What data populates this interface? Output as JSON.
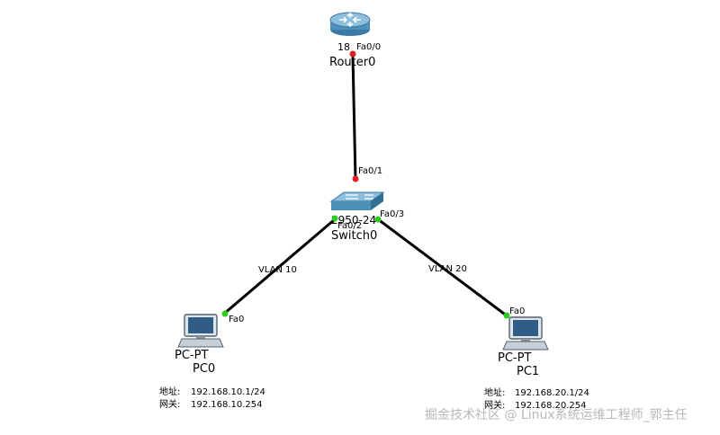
{
  "devices": {
    "router": {
      "name": "Router0",
      "model_partial": "18",
      "icon": "router-icon"
    },
    "switch": {
      "name": "Switch0",
      "model_partial": "2950-24",
      "icon": "switch-icon"
    },
    "pc0": {
      "type": "PC-PT",
      "name": "PC0",
      "icon": "pc-icon"
    },
    "pc1": {
      "type": "PC-PT",
      "name": "PC1",
      "icon": "pc-icon"
    }
  },
  "ports": {
    "router_fa00": "Fa0/0",
    "switch_fa01": "Fa0/1",
    "switch_fa02": "Fa0/2",
    "switch_fa03": "Fa0/3",
    "pc0_fa0": "Fa0",
    "pc1_fa0": "Fa0"
  },
  "links": {
    "vlan_left": "VLAN 10",
    "vlan_right": "VLAN 20"
  },
  "pc0_info": {
    "address_label": "地址:",
    "address": "192.168.10.1/24",
    "gateway_label": "网关:",
    "gateway": "192.168.10.254"
  },
  "pc1_info": {
    "address_label": "地址:",
    "address": "192.168.20.1/24",
    "gateway_label": "网关:",
    "gateway": "192.168.20.254"
  },
  "watermark": "掘金技术社区 @ Linux系统运维工程师_郭主任",
  "colors": {
    "link_up": "#2ecc1f",
    "link_down": "#e02020",
    "router_body": "#4f8fb8",
    "switch_body": "#4a8fb5"
  }
}
